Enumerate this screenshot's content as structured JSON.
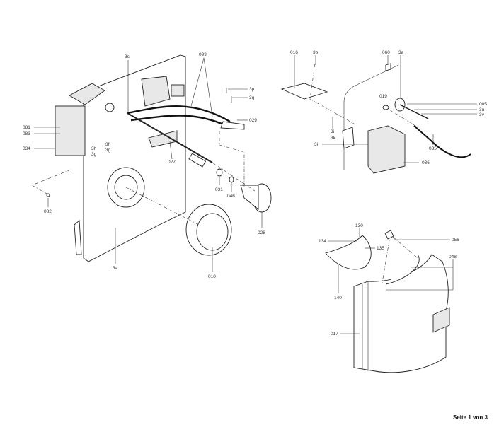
{
  "assembly_left": {
    "labels": [
      "3s",
      "099",
      "3p",
      "3q",
      "029",
      "081",
      "083",
      "034",
      "3f",
      "3g",
      "3h",
      "3g",
      "027",
      "031",
      "046",
      "028",
      "082",
      "3a",
      "010"
    ]
  },
  "assembly_right": {
    "labels": [
      "016",
      "3b",
      "060",
      "3a",
      "019",
      "005",
      "3u",
      "3v",
      "3i",
      "3k",
      "3i",
      "035",
      "036"
    ]
  },
  "assembly_cover": {
    "labels": [
      "130",
      "134",
      "135",
      "056",
      "048",
      "140",
      "017"
    ]
  },
  "footer": {
    "page": "Seite 1 von 3"
  }
}
